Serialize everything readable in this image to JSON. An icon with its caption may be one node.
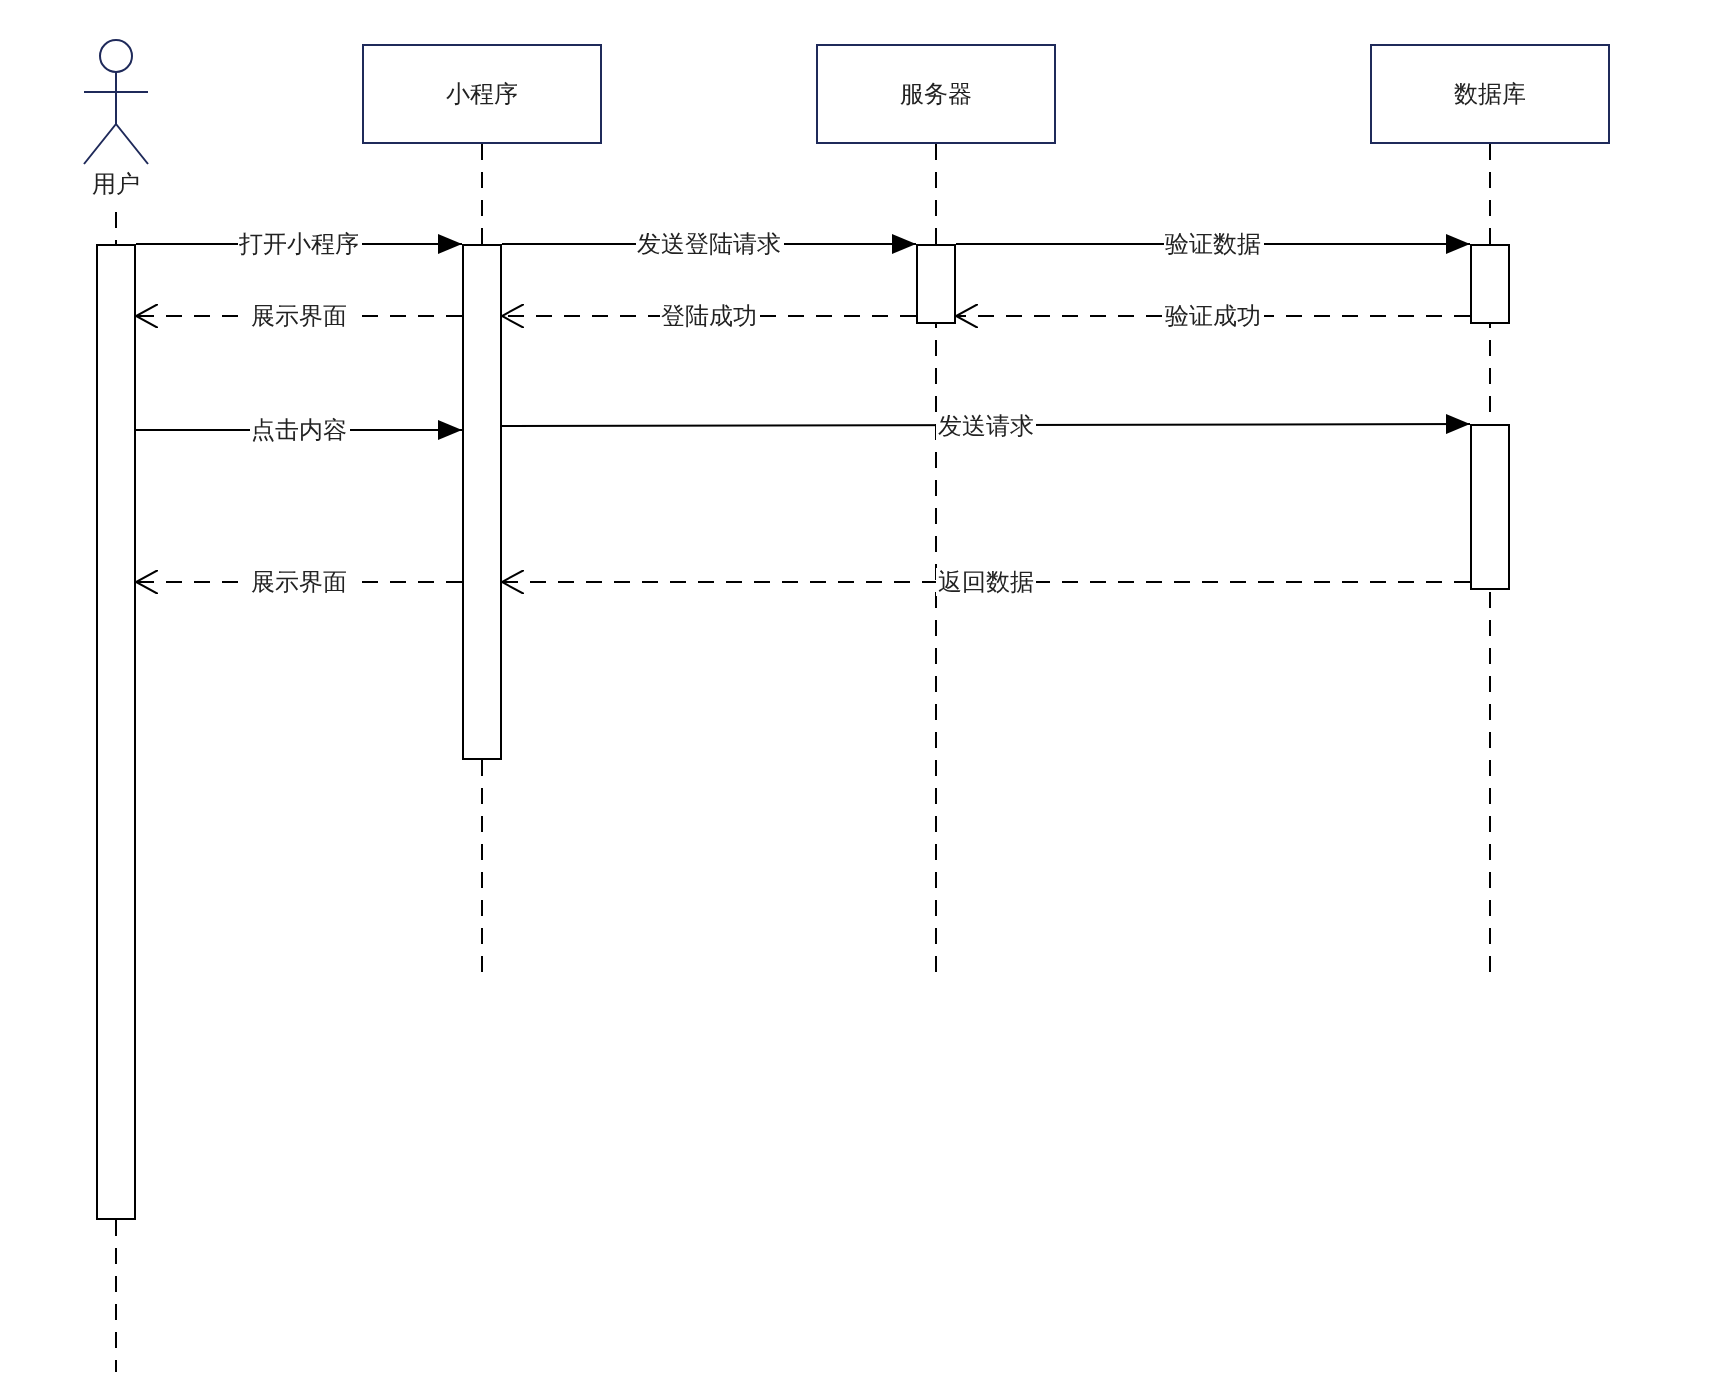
{
  "diagram": {
    "nodes": [
      {
        "text": [
          "用户"
        ]
      },
      {
        "text": [
          "小程序"
        ]
      },
      {
        "text": [
          "服务器"
        ]
      },
      {
        "text": [
          "数据库"
        ]
      },
      {
        "text": [],
        "shape": "bar"
      },
      {
        "text": [],
        "shape": "bar"
      },
      {
        "text": [],
        "shape": "bar"
      },
      {
        "text": [],
        "shape": "bar"
      },
      {
        "text": [],
        "shape": "bar"
      }
    ],
    "edges": [
      {
        "from": 4,
        "to": 5,
        "arrow": "to",
        "label": "打开小程序"
      },
      {
        "from": 5,
        "to": 6,
        "arrow": "to",
        "label": "发送登陆请求"
      },
      {
        "from": 6,
        "to": 7,
        "arrow": "to",
        "label": "验证数据"
      },
      {
        "from": 5,
        "to": 4,
        "arrow": "to",
        "label": "展示界面",
        "style": "dashed"
      },
      {
        "from": 6,
        "to": 5,
        "arrow": "to",
        "label": "登陆成功",
        "style": "dashed"
      },
      {
        "from": 7,
        "to": 6,
        "arrow": "to",
        "label": "验证成功",
        "style": "dashed"
      },
      {
        "from": 4,
        "to": 5,
        "arrow": "to",
        "label": "点击内容"
      },
      {
        "from": 5,
        "to": 8,
        "arrow": "to",
        "label": "发送请求"
      },
      {
        "from": 5,
        "to": 4,
        "arrow": "to",
        "label": "展示界面",
        "style": "dashed"
      },
      {
        "from": 8,
        "to": 5,
        "arrow": "to",
        "label": "返回数据",
        "style": "dashed"
      }
    ]
  }
}
